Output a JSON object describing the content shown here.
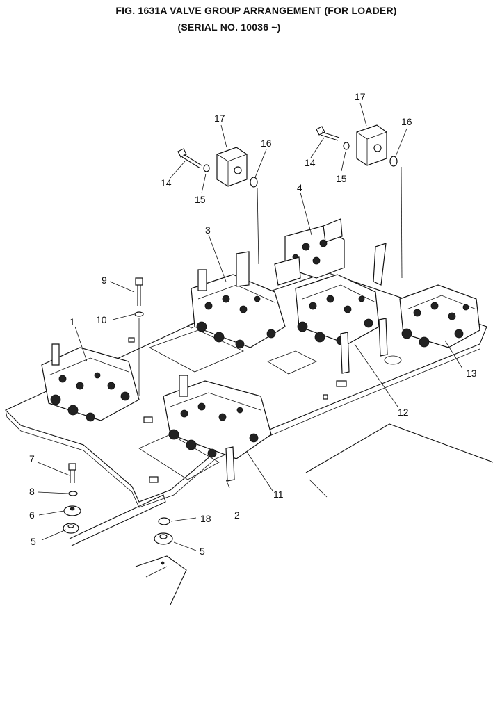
{
  "title": {
    "line1": "FIG. 1631A   VALVE GROUP ARRANGEMENT (FOR LOADER)",
    "line2": "(SERIAL NO. 10036 ~)"
  },
  "callouts": {
    "c1": "1",
    "c2": "2",
    "c3": "3",
    "c4": "4",
    "c5a": "5",
    "c5b": "5",
    "c6": "6",
    "c7": "7",
    "c8": "8",
    "c9": "9",
    "c10": "10",
    "c11": "11",
    "c12": "12",
    "c13": "13",
    "c14a": "14",
    "c14b": "14",
    "c15a": "15",
    "c15b": "15",
    "c16a": "16",
    "c16b": "16",
    "c17a": "17",
    "c17b": "17",
    "c18": "18"
  }
}
